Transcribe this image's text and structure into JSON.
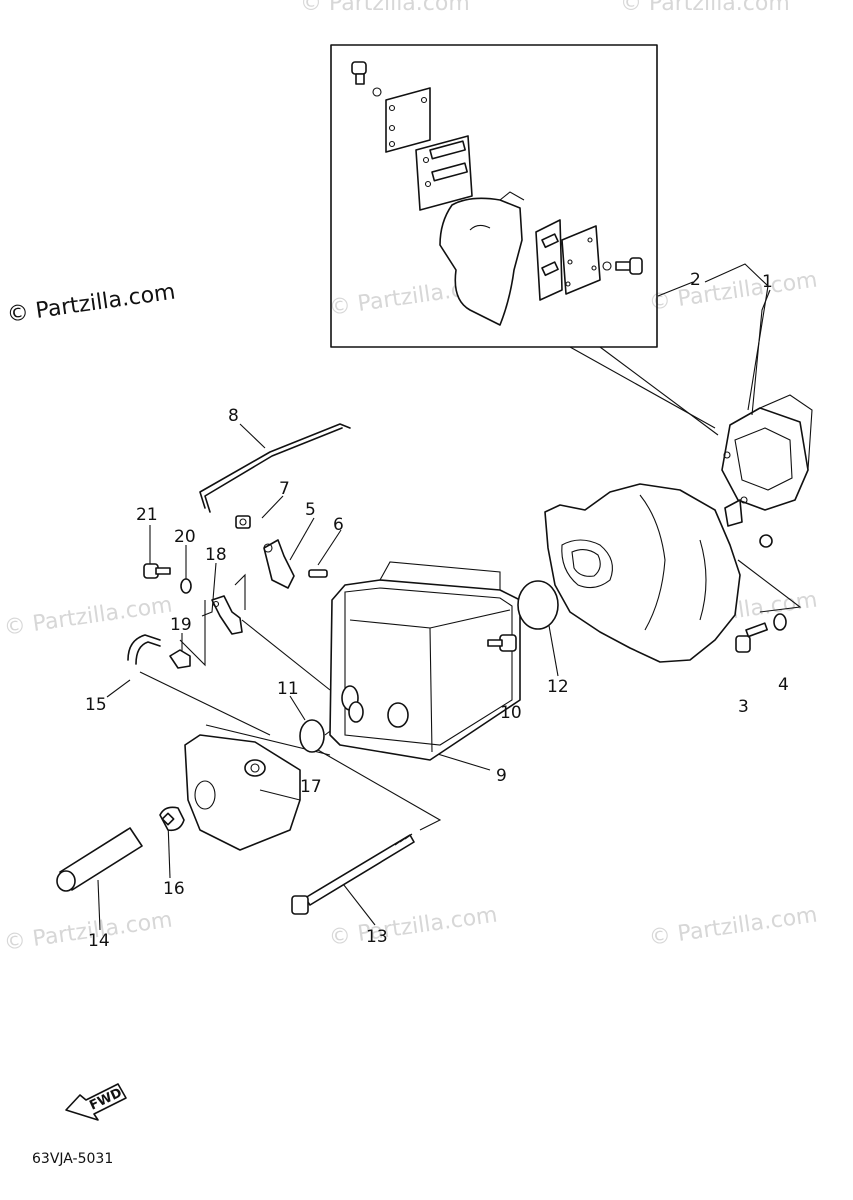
{
  "watermarks": {
    "main": "© Partzilla.com",
    "faint": "© Partzilla.com"
  },
  "callouts": [
    "1",
    "2",
    "3",
    "4",
    "5",
    "6",
    "7",
    "8",
    "9",
    "10",
    "11",
    "12",
    "13",
    "14",
    "15",
    "16",
    "17",
    "18",
    "19",
    "20",
    "21"
  ],
  "fwd_label": "FWD",
  "diagram_code": "63VJA-5031"
}
